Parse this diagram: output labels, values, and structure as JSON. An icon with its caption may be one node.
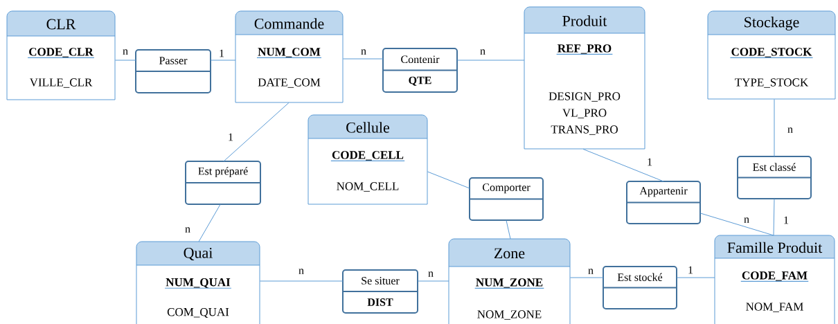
{
  "diagram": {
    "nodes": [
      {
        "text": [
          "CLR",
          "CODE_CLR",
          "VILLE_CLR"
        ]
      },
      {
        "text": [
          "Passer"
        ]
      },
      {
        "text": [
          "Commande",
          "NUM_COM",
          "DATE_COM"
        ]
      },
      {
        "text": [
          "Contenir",
          "QTE"
        ]
      },
      {
        "text": [
          "Produit",
          "REF_PRO",
          "DESIGN_PRO",
          "VL_PRO",
          "TRANS_PRO"
        ]
      },
      {
        "text": [
          "Stockage",
          "CODE_STOCK",
          "TYPE_STOCK"
        ]
      },
      {
        "text": [
          "Cellule",
          "CODE_CELL",
          "NOM_CELL"
        ]
      },
      {
        "text": [
          "Est préparé"
        ]
      },
      {
        "text": [
          "Comporter"
        ]
      },
      {
        "text": [
          "Est classé"
        ]
      },
      {
        "text": [
          "Appartenir"
        ]
      },
      {
        "text": [
          "Quai",
          "NUM_QUAI",
          "COM_QUAI"
        ]
      },
      {
        "text": [
          "Se situer",
          "DIST"
        ]
      },
      {
        "text": [
          "Zone",
          "NUM_ZONE",
          "NOM_ZONE"
        ]
      },
      {
        "text": [
          "Est stocké"
        ]
      },
      {
        "text": [
          "Famille Produit",
          "CODE_FAM",
          "NOM_FAM"
        ]
      }
    ],
    "edges": [
      {
        "from": 0,
        "to": 1,
        "arrow": "none",
        "label": "n"
      },
      {
        "from": 1,
        "to": 2,
        "arrow": "none",
        "label": "1"
      },
      {
        "from": 2,
        "to": 3,
        "arrow": "none",
        "label": "n"
      },
      {
        "from": 3,
        "to": 4,
        "arrow": "none",
        "label": "n"
      },
      {
        "from": 2,
        "to": 7,
        "arrow": "none",
        "label": "1"
      },
      {
        "from": 7,
        "to": 11,
        "arrow": "none",
        "label": "n"
      },
      {
        "from": 6,
        "to": 8,
        "arrow": "none"
      },
      {
        "from": 8,
        "to": 13,
        "arrow": "none"
      },
      {
        "from": 4,
        "to": 10,
        "arrow": "none",
        "label": "1"
      },
      {
        "from": 10,
        "to": 15,
        "arrow": "none",
        "label": "n"
      },
      {
        "from": 5,
        "to": 9,
        "arrow": "none",
        "label": "n"
      },
      {
        "from": 9,
        "to": 15,
        "arrow": "none",
        "label": "1"
      },
      {
        "from": 11,
        "to": 12,
        "arrow": "none",
        "label": "n"
      },
      {
        "from": 12,
        "to": 13,
        "arrow": "none",
        "label": "n"
      },
      {
        "from": 13,
        "to": 14,
        "arrow": "none",
        "label": "n"
      },
      {
        "from": 14,
        "to": 15,
        "arrow": "none",
        "label": "1"
      }
    ]
  }
}
